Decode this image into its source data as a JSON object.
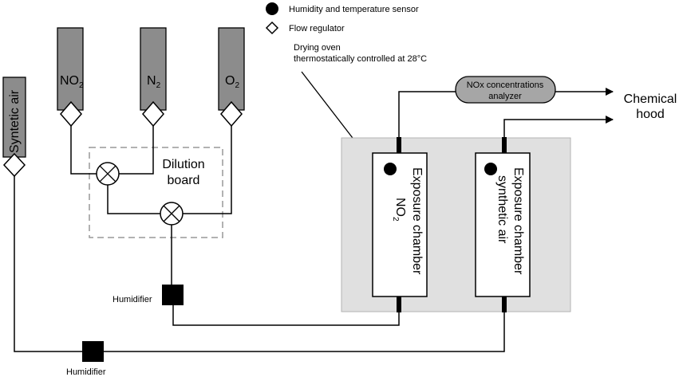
{
  "legend": {
    "sensor_label": "Humidity and temperature sensor",
    "sensor_icon": "filled-circle-icon",
    "regulator_label": "Flow regulator",
    "regulator_icon": "diamond-icon",
    "oven_line1": "Drying oven",
    "oven_line2": "thermostatically controlled at 28°C"
  },
  "cylinders": {
    "synthetic_air": "Syntetic air",
    "no2_base": "NO",
    "no2_sub": "2",
    "n2_base": "N",
    "n2_sub": "2",
    "o2_base": "O",
    "o2_sub": "2"
  },
  "dilution": {
    "line1": "Dilution",
    "line2": "board"
  },
  "humidifiers": {
    "upper": "Humidifier",
    "lower": "Humidifier"
  },
  "analyzer": {
    "line1": "NOx concentrations",
    "line2": "analyzer"
  },
  "hood": {
    "line1": "Chemical",
    "line2": "hood"
  },
  "chambers": {
    "no2_line1": "Exposure chamber",
    "no2_line2_base": "NO",
    "no2_line2_sub": "2",
    "air_line1": "Exposure chamber",
    "air_line2": "synthetic air"
  },
  "colors": {
    "cylinder_fill": "#8c8c8c",
    "oven_fill": "#e0e0e0",
    "analyzer_fill": "#a6a6a6",
    "dashed_box": "#999999"
  }
}
